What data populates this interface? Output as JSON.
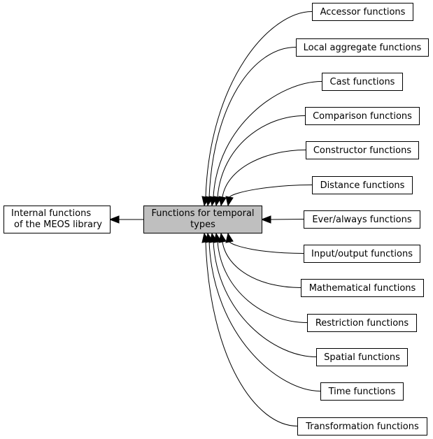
{
  "diagram": {
    "parent": {
      "line1": "Internal functions",
      "line2": "of the MEOS library"
    },
    "current": {
      "line1": "Functions for temporal",
      "line2": "types"
    },
    "children": [
      "Accessor functions",
      "Local aggregate functions",
      "Cast functions",
      "Comparison functions",
      "Constructor functions",
      "Distance functions",
      "Ever/always functions",
      "Input/output functions",
      "Mathematical functions",
      "Restriction functions",
      "Spatial functions",
      "Time functions",
      "Transformation functions"
    ]
  }
}
